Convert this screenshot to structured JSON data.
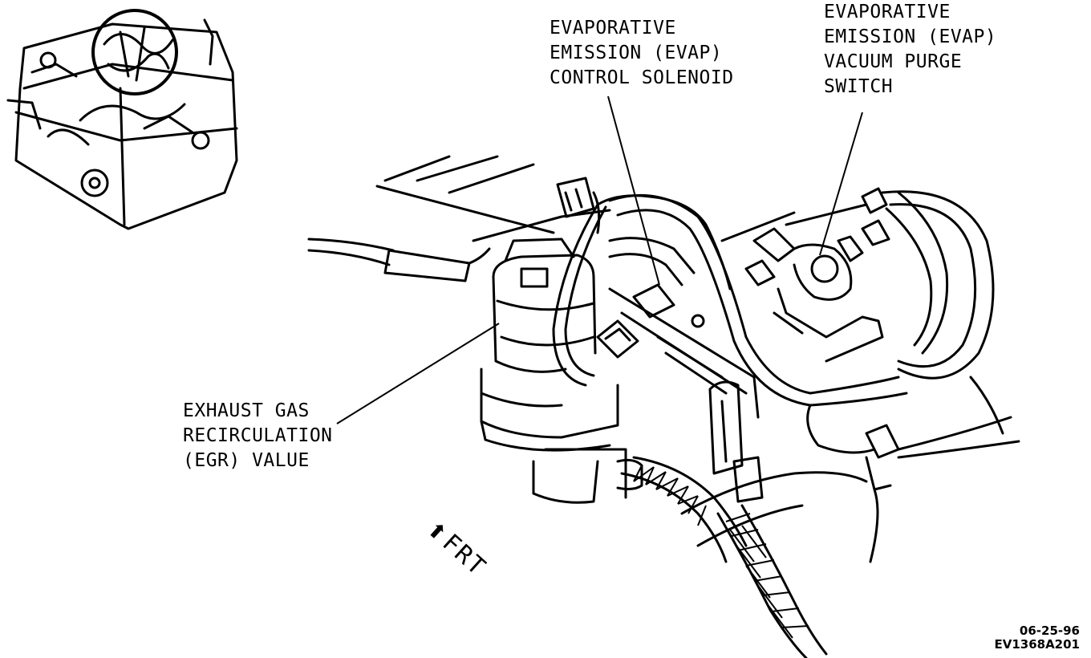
{
  "labels": {
    "evap_solenoid": [
      "EVAPORATIVE",
      "EMISSION (EVAP)",
      "CONTROL SOLENOID"
    ],
    "evap_purge_switch": [
      "EVAPORATIVE",
      "EMISSION (EVAP)",
      "VACUUM PURGE",
      "SWITCH"
    ],
    "egr_valve": [
      "EXHAUST GAS",
      "RECIRCULATION",
      "(EGR) VALUE"
    ]
  },
  "direction_marker": {
    "arrow": "⬆",
    "text": "FRT"
  },
  "figure_code": [
    "06-25-96",
    "EV1368A201"
  ],
  "colors": {
    "ink": "#000000",
    "paper": "#ffffff"
  },
  "icons": {
    "engine_locator": "engine-locator-icon",
    "front_arrow": "front-arrow-icon"
  }
}
